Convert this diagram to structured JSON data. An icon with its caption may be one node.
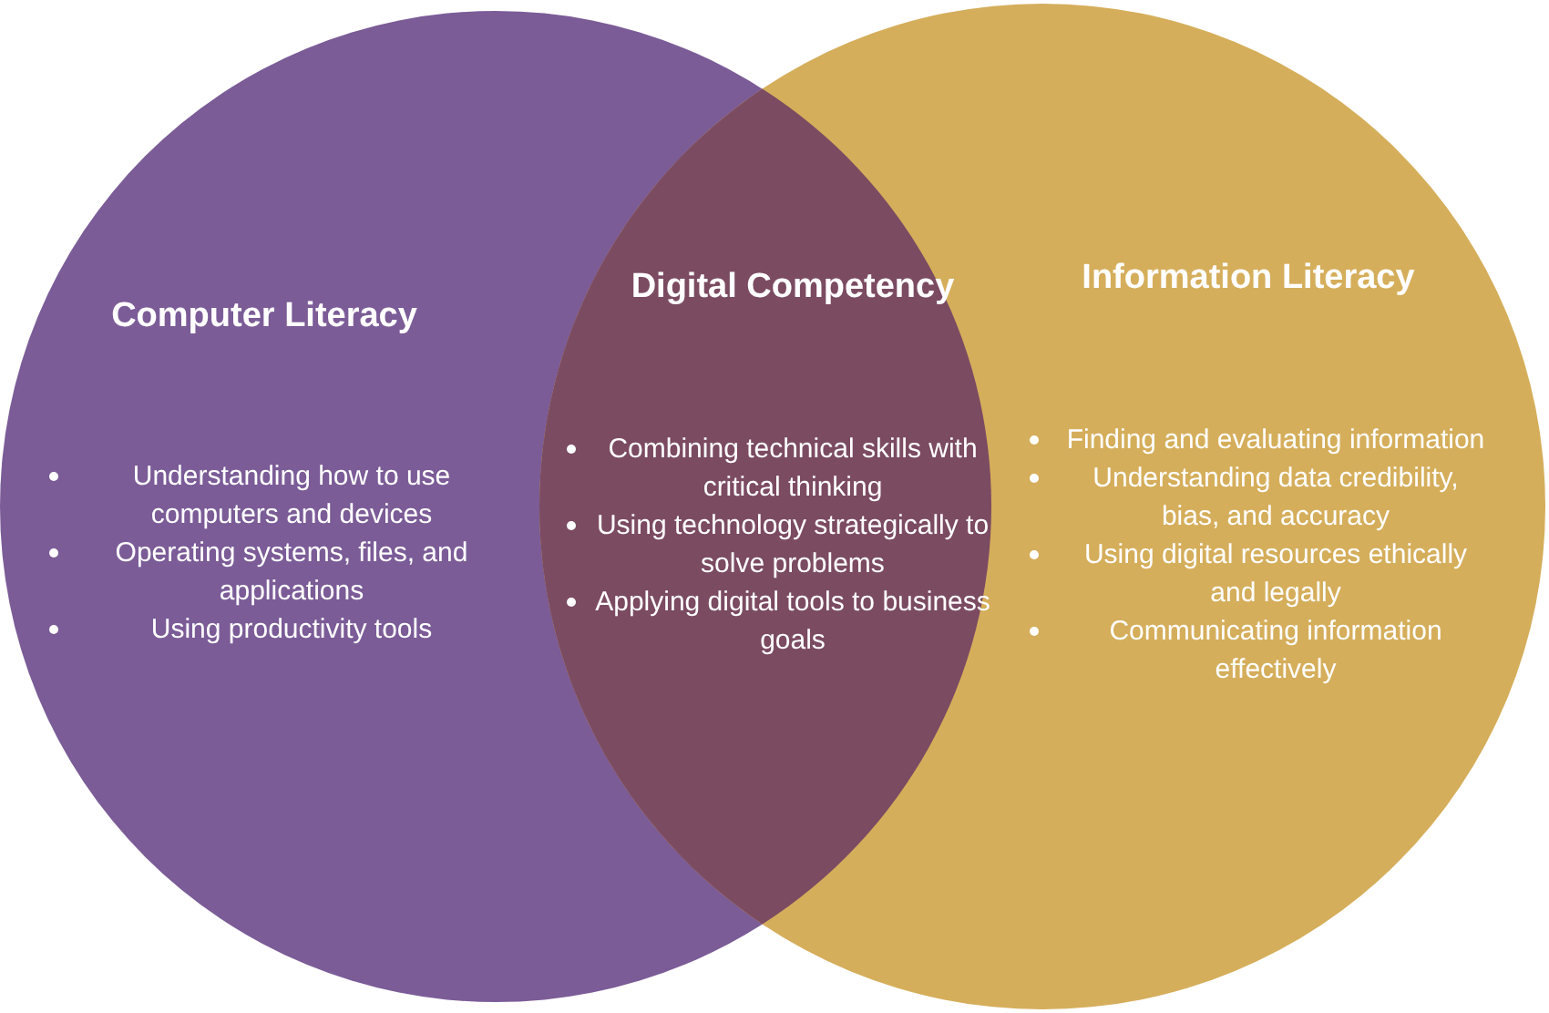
{
  "diagram": {
    "nodes": [
      {
        "text": [
          "Computer Literacy",
          "Understanding how to use computers and devices",
          "Operating systems, files, and applications",
          "Using productivity tools"
        ]
      },
      {
        "text": [
          "Information Literacy",
          "Finding and evaluating information",
          "Understanding data credibility, bias, and accuracy",
          "Using digital resources ethically and legally",
          "Communicating information effectively"
        ]
      },
      {
        "text": [
          "Digital Competency",
          "Combining technical skills with critical thinking",
          "Using technology strategically to solve problems",
          "Applying digital tools to business goals"
        ]
      }
    ]
  }
}
